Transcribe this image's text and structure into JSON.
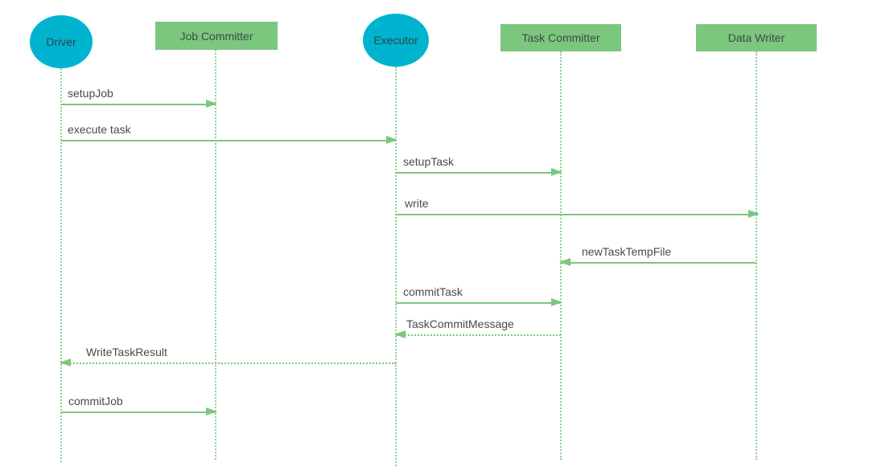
{
  "diagram": {
    "type": "sequence-diagram",
    "background": "#ffffff",
    "colors": {
      "actor_ellipse_fill": "#00b4d0",
      "actor_rect_fill": "#7cc77e",
      "message_line": "#7cc77e",
      "lifeline": "#8fd092",
      "text": "#4a4a4a"
    },
    "actors": [
      {
        "name": "Driver",
        "shape": "ellipse"
      },
      {
        "name": "Job Committer",
        "shape": "rect"
      },
      {
        "name": "Executor",
        "shape": "ellipse"
      },
      {
        "name": "Task Committer",
        "shape": "rect"
      },
      {
        "name": "Data Writer",
        "shape": "rect"
      }
    ],
    "messages": [
      {
        "label": "setupJob",
        "from": "Driver",
        "to": "Job Committer",
        "line": "solid"
      },
      {
        "label": "execute task",
        "from": "Driver",
        "to": "Executor",
        "line": "solid"
      },
      {
        "label": "setupTask",
        "from": "Executor",
        "to": "Task Committer",
        "line": "solid"
      },
      {
        "label": "write",
        "from": "Executor",
        "to": "Data Writer",
        "line": "solid"
      },
      {
        "label": "newTaskTempFile",
        "from": "Data Writer",
        "to": "Task Committer",
        "line": "solid"
      },
      {
        "label": "commitTask",
        "from": "Executor",
        "to": "Task Committer",
        "line": "solid"
      },
      {
        "label": "TaskCommitMessage",
        "from": "Task Committer",
        "to": "Executor",
        "line": "dotted"
      },
      {
        "label": "WriteTaskResult",
        "from": "Executor",
        "to": "Driver",
        "line": "dotted"
      },
      {
        "label": "commitJob",
        "from": "Driver",
        "to": "Job Committer",
        "line": "solid"
      }
    ]
  }
}
